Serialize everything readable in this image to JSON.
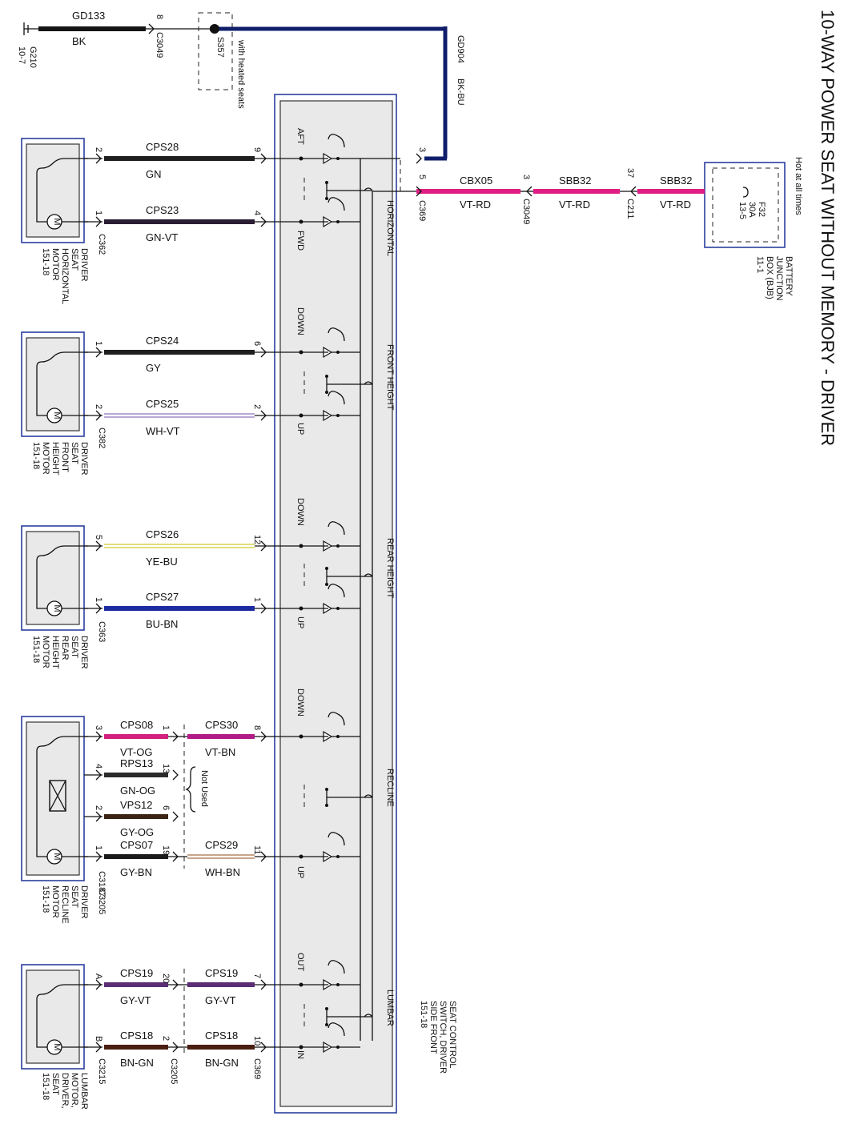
{
  "title": "10-WAY POWER SEAT WITHOUT MEMORY - DRIVER",
  "ground": {
    "ref": "G210",
    "page": "10-7",
    "circuit": "GD133",
    "color": "BK",
    "pin": "8",
    "connector": "C3049",
    "splice": "S357",
    "splice_note": "with heated seats",
    "feed_circuit": "GD904",
    "feed_color": "BK-BU"
  },
  "power": {
    "note": "Hot at all times",
    "fuse": "F32",
    "amps": "30A",
    "fuse_page": "13-5",
    "box": [
      "BATTERY",
      "JUNCTION",
      "BOX (BJB)",
      "11-1"
    ],
    "segments": [
      {
        "circuit": "SBB32",
        "color": "VT-RD"
      },
      {
        "circuit": "SBB32",
        "color": "VT-RD"
      },
      {
        "circuit": "CBX05",
        "color": "VT-RD"
      }
    ],
    "c211_pin": "37",
    "c211": "C211",
    "c3049_pin": "3",
    "c3049": "C3049",
    "switch_pin_power": "5",
    "switch_pin_ground": "3",
    "switch_conn": "C369"
  },
  "switch": {
    "labels": [
      "SEAT CONTROL",
      "SWITCH, DRIVER",
      "SIDE FRONT",
      "151-18"
    ],
    "sections": [
      "HORIZONTAL",
      "FRONT HEIGHT",
      "REAR HEIGHT",
      "RECLINE",
      "LUMBAR"
    ],
    "positions": [
      "AFT",
      "FWD",
      "DOWN",
      "UP",
      "DOWN",
      "UP",
      "DOWN",
      "UP",
      "OUT",
      "IN"
    ]
  },
  "motors": [
    {
      "name": [
        "DRIVER",
        "SEAT",
        "HORIZONTAL",
        "MOTOR",
        "151-18"
      ],
      "connector": "C362"
    },
    {
      "name": [
        "DRIVER",
        "SEAT",
        "FRONT",
        "HEIGHT",
        "MOTOR",
        "151-18"
      ],
      "connector": "C382"
    },
    {
      "name": [
        "DRIVER",
        "SEAT",
        "REAR",
        "HEIGHT",
        "MOTOR",
        "151-18"
      ],
      "connector": "C363"
    },
    {
      "name": [
        "DRIVER",
        "SEAT",
        "RECLINE",
        "MOTOR",
        "151-18"
      ],
      "connector": "C3187"
    },
    {
      "name": [
        "LUMBAR",
        "MOTOR,",
        "DRIVER,",
        "SEAT",
        "151-18"
      ],
      "connector": "C3215"
    }
  ],
  "wires": [
    {
      "mpin": "2",
      "circuit": "CPS28",
      "color": "GN",
      "spin": "9"
    },
    {
      "mpin": "1",
      "circuit": "CPS23",
      "color": "GN-VT",
      "spin": "4"
    },
    {
      "mpin": "1",
      "circuit": "CPS24",
      "color": "GY",
      "spin": "6"
    },
    {
      "mpin": "2",
      "circuit": "CPS25",
      "color": "WH-VT",
      "spin": "2"
    },
    {
      "mpin": "5",
      "circuit": "CPS26",
      "color": "YE-BU",
      "spin": "12"
    },
    {
      "mpin": "1",
      "circuit": "CPS27",
      "color": "BU-BN",
      "spin": "1"
    }
  ],
  "recline_wires": [
    {
      "mpin": "3",
      "circuit": "CPS08",
      "color": "VT-OG",
      "ipin": "1",
      "circuit2": "CPS30",
      "color2": "VT-BN",
      "spin": "8"
    },
    {
      "mpin": "4",
      "circuit": "RPS13",
      "color": "GN-OG",
      "ipin": "13"
    },
    {
      "mpin": "2",
      "circuit": "VPS12",
      "color": "GY-OG",
      "ipin": "6"
    },
    {
      "mpin": "1",
      "circuit": "CPS07",
      "color": "GY-BN",
      "ipin": "19",
      "circuit2": "CPS29",
      "color2": "WH-BN",
      "spin": "11"
    }
  ],
  "not_used": "Not Used",
  "lumbar_wires": [
    {
      "mpin": "A",
      "circuit": "CPS19",
      "color": "GY-VT",
      "ipin": "20",
      "circuit2": "CPS19",
      "color2": "GY-VT",
      "spin": "7"
    },
    {
      "mpin": "B",
      "circuit": "CPS18",
      "color": "BN-GN",
      "ipin": "2",
      "circuit2": "CPS18",
      "color2": "BN-GN",
      "spin": "10"
    }
  ],
  "inline_conn_recline": "C3205",
  "inline_conn_lumbar": "C3205",
  "lumbar_switch_conn": "C369",
  "motor_glyph": "M",
  "wire_colors": {
    "GN": "#1f1f1f",
    "GN-VT": "#2a1e33",
    "GY": "#1f1f1f",
    "WH-VT": "#b7a8d6",
    "YE-BU": "#e2df7a",
    "BU-BN": "#1e2ba0",
    "VT-OG": "#d1207e",
    "GN-OG": "#2b2b2b",
    "GY-OG": "#3b2415",
    "GY-BN": "#1a1a1a",
    "VT-BN": "#b21a86",
    "WH-BN": "#c9a58b",
    "GY-VT": "#5a2d74",
    "BN-GN": "#4a1f12",
    "BK": "#151515",
    "BK-BU": "#0f1d6b",
    "VT-RD": "#e01e83"
  }
}
